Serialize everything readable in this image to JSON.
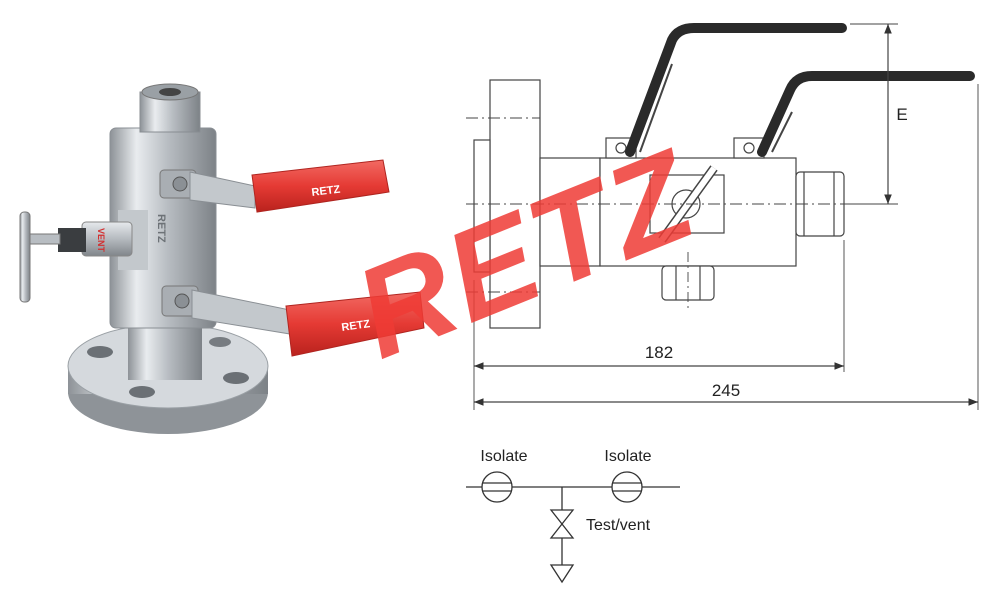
{
  "brand": {
    "logo_text": "RETZ",
    "handle_logo_text": "RETZ",
    "body_logo_text": "RETZ",
    "vent_label": "VENT",
    "brand_red": "#ee3b35",
    "handle_red": "#e53a34",
    "steel": "#c9cdd1"
  },
  "dimensions": {
    "length_inner": "182",
    "length_overall": "245",
    "handle_height": "E"
  },
  "schematic": {
    "isolate_left": "Isolate",
    "isolate_right": "Isolate",
    "test_vent": "Test/vent"
  },
  "icons": {
    "photo": "double-block-bleed-valve-photo",
    "drawing": "valve-side-view-drawing",
    "schematic": "valve-symbol-schematic"
  }
}
